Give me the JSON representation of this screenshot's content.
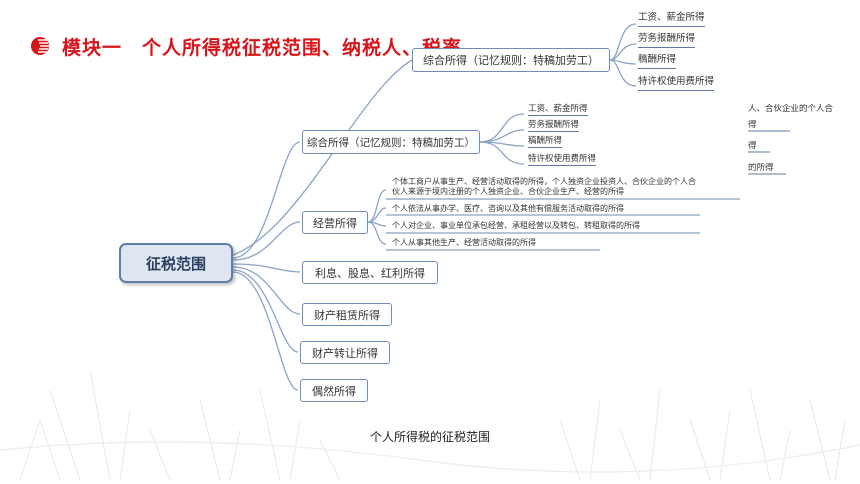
{
  "title": {
    "text": "模块一　个人所得税征税范围、纳税人、税率"
  },
  "colors": {
    "accent": "#d7141a",
    "node_border": "#6d8db5",
    "connector": "#8aa4c6",
    "root_fill": "#dfe6f1"
  },
  "root": {
    "label": "征税范围"
  },
  "top_panel": {
    "label": "综合所得（记忆规则：特稿加劳工）",
    "items": [
      "工资、薪金所得",
      "劳务报酬所得",
      "稿酬所得",
      "特许权使用费所得"
    ]
  },
  "branches": {
    "comprehensive": {
      "label": "综合所得（记忆规则：特稿加劳工）",
      "items": [
        "工资、薪金所得",
        "劳务报酬所得",
        "稿酬所得",
        "特许权使用费所得"
      ]
    },
    "business": {
      "label": "经营所得",
      "item1_line1": "个体工商户从事生产、经营活动取得的所得，个人独资企业投资人、合伙企业的个人合",
      "item1_line2": "伙人来源于境内注册的个人独资企业、合伙企业生产、经营的所得",
      "item2": "个人依法从事办学、医疗、咨询以及其他有偿服务活动取得的所得",
      "item3": "个人对企业、事业单位承包经营、承租经营以及转包、转租取得的所得",
      "item4": "个人从事其他生产、经营活动取得的所得"
    },
    "interest": {
      "label": "利息、股息、红利所得"
    },
    "rental": {
      "label": "财产租赁所得"
    },
    "transfer": {
      "label": "财产转让所得"
    },
    "incidental": {
      "label": "偶然所得"
    }
  },
  "clipped": {
    "line1": "人、合伙企业的个人合",
    "line2": "得",
    "line3": "得",
    "line4": "的所得"
  },
  "caption": "个人所得税的征税范围"
}
